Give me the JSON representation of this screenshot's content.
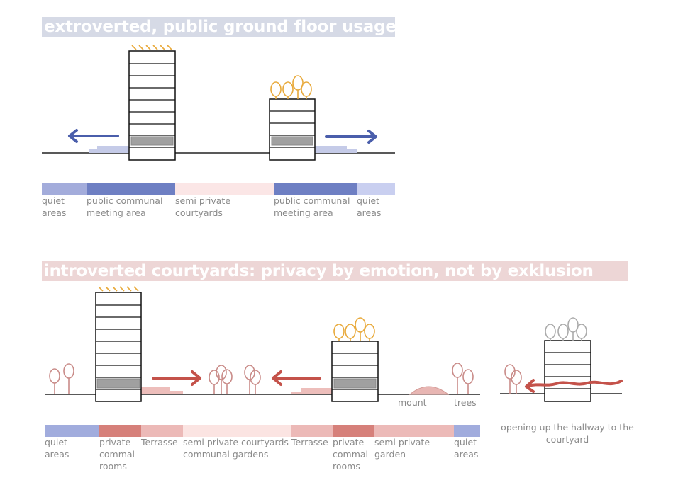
{
  "sections": [
    {
      "title": "extroverted, public ground floor usage",
      "band": [
        {
          "label": "quiet\nareas",
          "color": "#a3acdb"
        },
        {
          "label": "public communal\nmeeting area",
          "color": "#6e7fc3"
        },
        {
          "label": "semi private\ncourtyards",
          "color": "#fbe6e6"
        },
        {
          "label": "public communal\nmeeting area",
          "color": "#6e7fc3"
        },
        {
          "label": "quiet\nareas",
          "color": "#c9cff0"
        }
      ],
      "arrow_color": "#4a5eab",
      "step_color": "#c5cbe8"
    },
    {
      "title": "introverted courtyards: privacy by emotion, not by exklusion",
      "band": [
        {
          "label": "quiet\nareas",
          "color": "#a1acdd"
        },
        {
          "label": "private\ncommal\nrooms",
          "color": "#d6807a"
        },
        {
          "label": "Terrasse",
          "color": "#ecb9b7"
        },
        {
          "label": "semi private courtyards\ncommunal gardens",
          "color": "#fbe4e2"
        },
        {
          "label": "Terrasse",
          "color": "#ecb9b7"
        },
        {
          "label": "private\ncommal\nrooms",
          "color": "#d6807a"
        },
        {
          "label": "semi private\ngarden",
          "color": "#ecbab8"
        },
        {
          "label": "quiet\nareas",
          "color": "#a1acdd"
        }
      ],
      "annotations": {
        "mount": "mount",
        "trees": "trees"
      },
      "arrow_color": "#c4524a",
      "step_color": "#edbebb",
      "tree_color": "#c98b88"
    }
  ],
  "side_diagram": {
    "caption": "opening up the hallway to the\ncourtyard"
  },
  "colors": {
    "roof_accent": "#e8a93a",
    "ground_floor": "#a0a0a0",
    "outline": "#111111"
  }
}
